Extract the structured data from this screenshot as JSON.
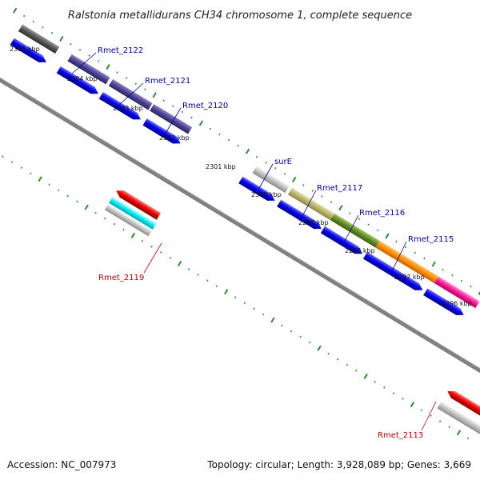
{
  "title": "Ralstonia metallidurans CH34 chromosome 1, complete sequence",
  "footer": {
    "accession": "Accession: NC_007973",
    "topology": "Topology: circular; Length: 3,928,089 bp; Genes: 3,669"
  },
  "kbp_labels": [
    "2305 kbp",
    "2304 kbp",
    "2303 kbp",
    "2302 kbp",
    "2301 kbp",
    "2300 kbp",
    "2299 kbp",
    "2298 kbp",
    "2297 kbp",
    "2296 kbp"
  ],
  "gene_labels": [
    {
      "text": "Rmet_2122",
      "color": "#0000a0"
    },
    {
      "text": "Rmet_2121",
      "color": "#0000a0"
    },
    {
      "text": "Rmet_2120",
      "color": "#0000a0"
    },
    {
      "text": "surE",
      "color": "#0000a0"
    },
    {
      "text": "Rmet_2117",
      "color": "#0000a0"
    },
    {
      "text": "Rmet_2116",
      "color": "#0000a0"
    },
    {
      "text": "Rmet_2115",
      "color": "#0000a0"
    },
    {
      "text": "Rmet_2119",
      "color": "#c00000"
    },
    {
      "text": "Rmet_2113",
      "color": "#c00000"
    }
  ],
  "colors": {
    "backbone": "#808080",
    "cds_forward": "#0000ee",
    "cds_reverse": "#ee0000",
    "tick_green": "#2e8b2e",
    "label_blue": "#0000a0",
    "label_red": "#c00000"
  }
}
